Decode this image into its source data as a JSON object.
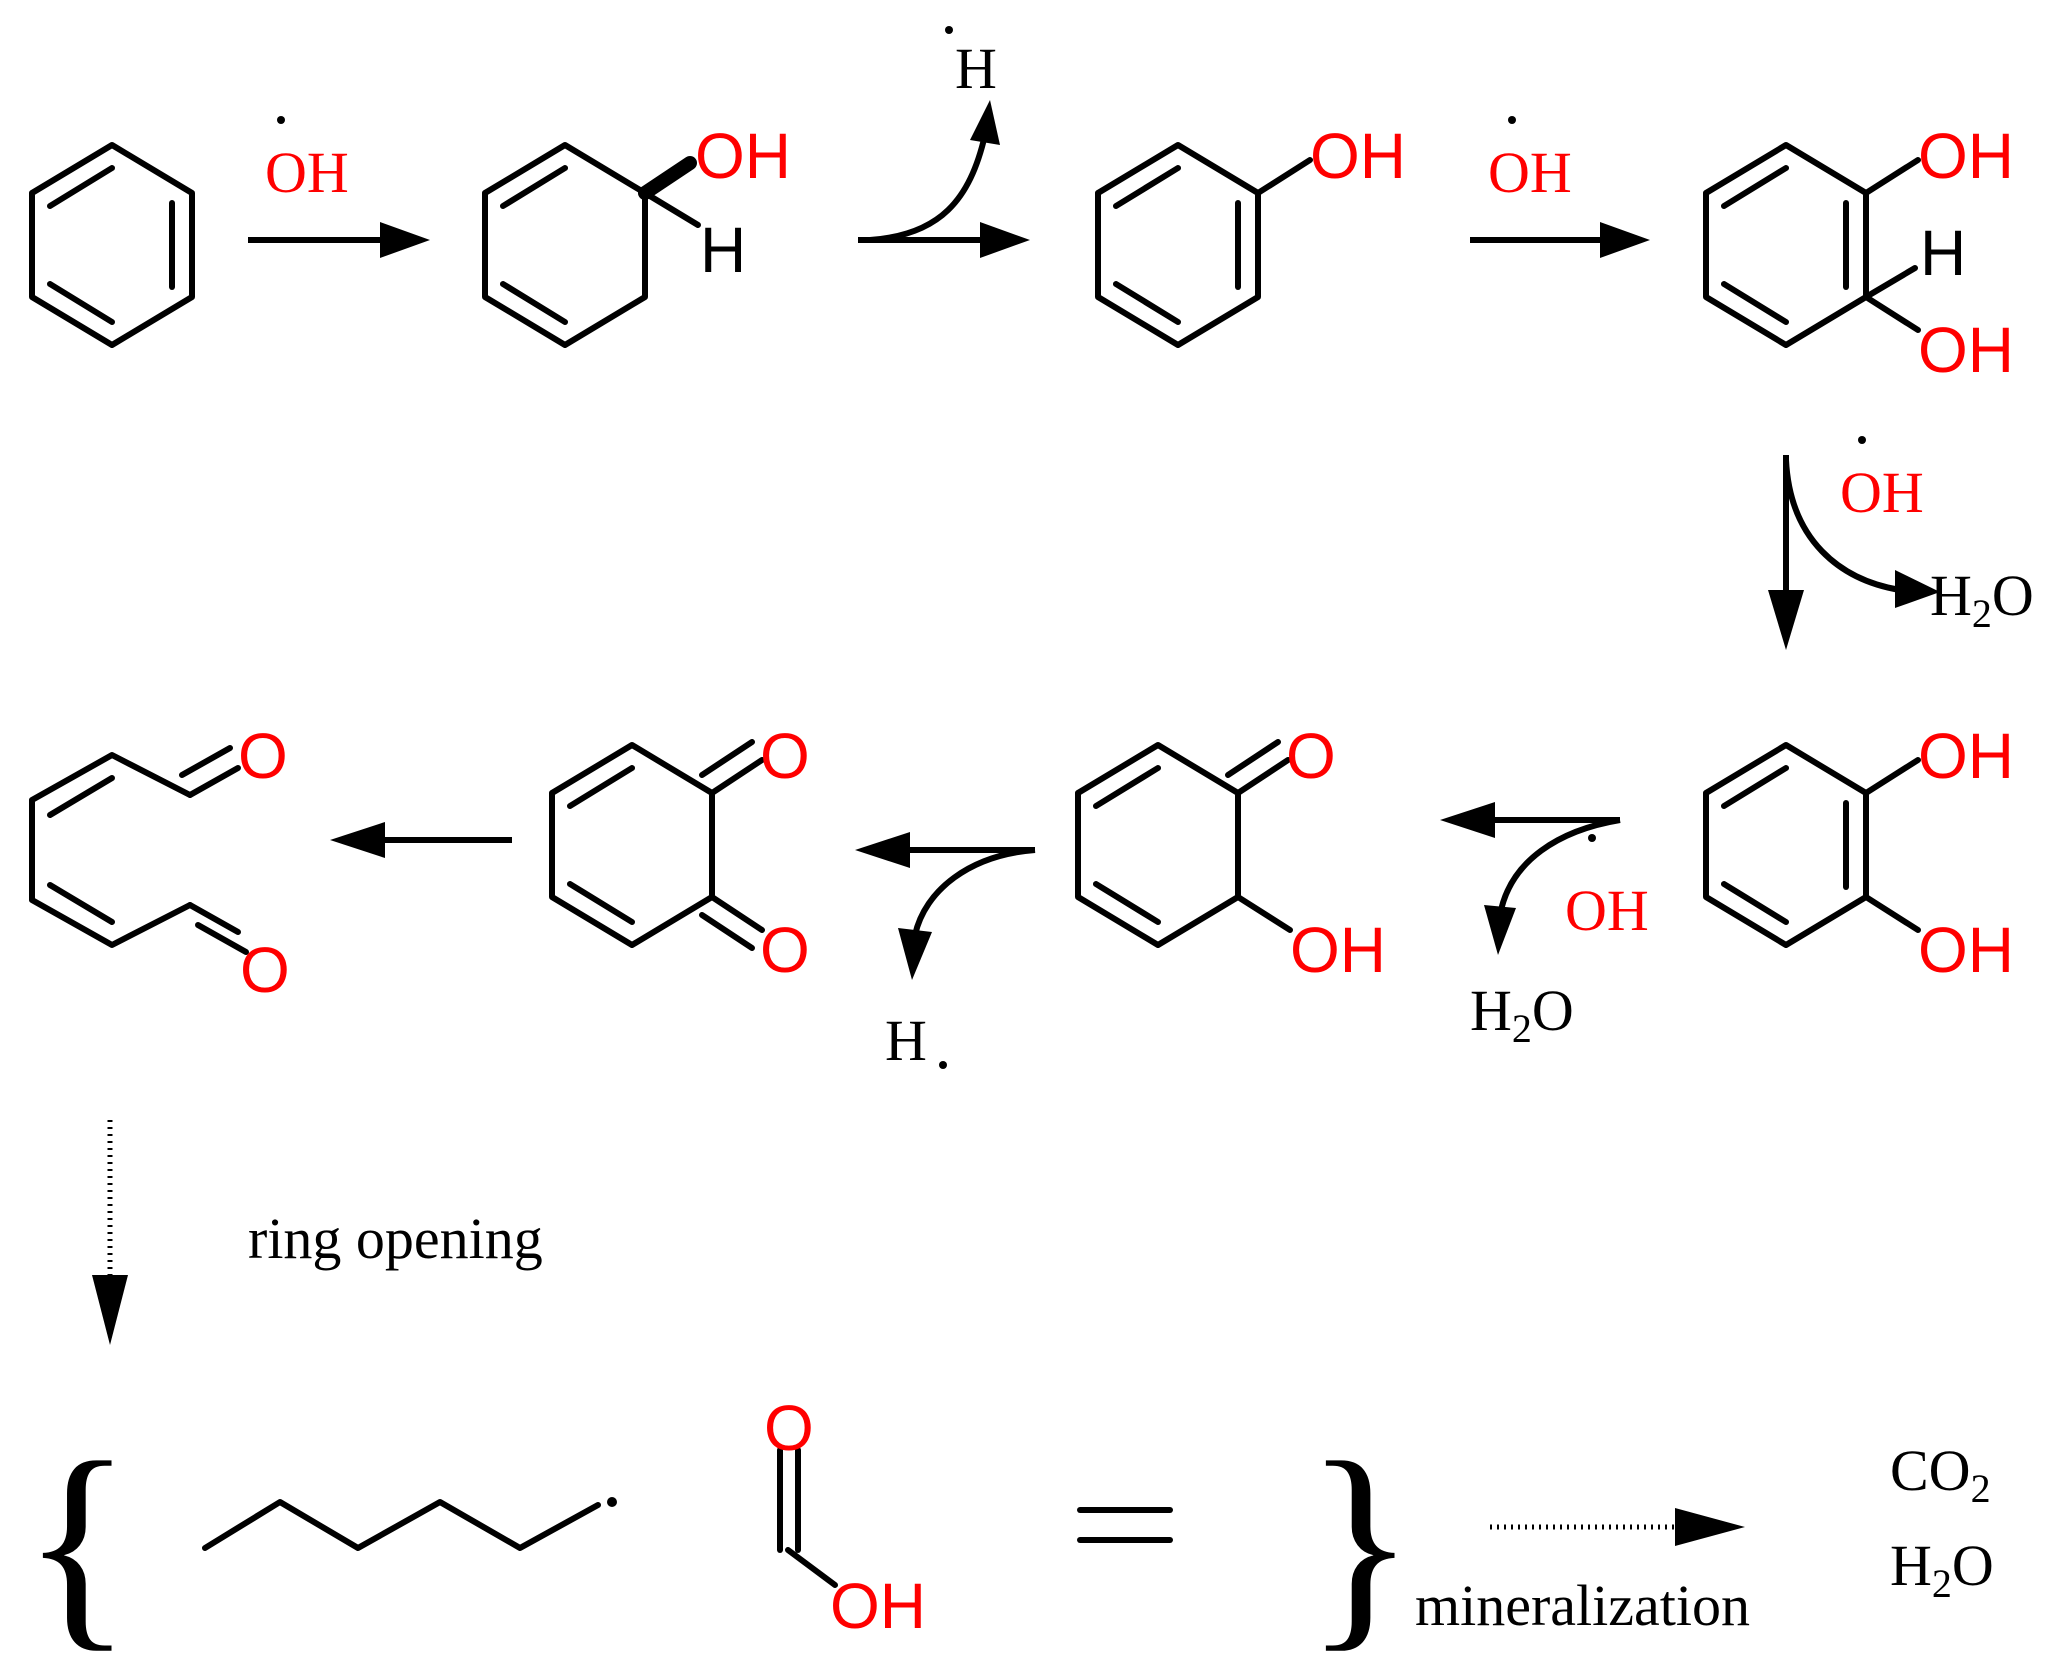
{
  "molecules": {
    "hydroxyl_oh": "OH",
    "hydrogen_h": "H",
    "carbonyl_o": "O",
    "formic_o": "O",
    "formic_oh": "OH"
  },
  "reagents": {
    "oh_radical": "OH",
    "h_radical": "H",
    "water": {
      "main": "H",
      "sub": "2",
      "tail": "O"
    }
  },
  "labels": {
    "ring_opening": "ring opening",
    "mineralization": "mineralization",
    "co2": {
      "main": "CO",
      "sub": "2"
    },
    "h2o": {
      "main": "H",
      "sub": "2",
      "tail": "O"
    }
  },
  "colors": {
    "oxygen": "#ff0000",
    "carbon_bonds": "#000000"
  }
}
